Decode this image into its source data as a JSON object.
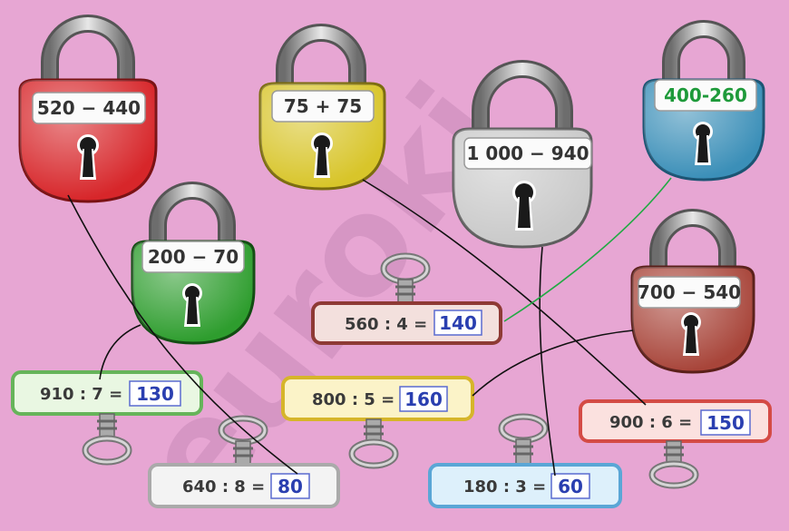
{
  "watermark": "euroki",
  "locks": [
    {
      "id": "red",
      "expr": "520 − 440",
      "color": "#d7262a",
      "dark": "#9e1a1d"
    },
    {
      "id": "yellow",
      "expr": "75 + 75",
      "color": "#d8c52a",
      "dark": "#9d8d16"
    },
    {
      "id": "silver",
      "expr": "1 000 − 940",
      "color": "#c7c7c7",
      "dark": "#8d8d8d"
    },
    {
      "id": "blue",
      "expr": "400-260",
      "color": "#3b8fb8",
      "dark": "#22698c"
    },
    {
      "id": "green",
      "expr": "200 − 70",
      "color": "#2e9d2e",
      "dark": "#1d6d1d"
    },
    {
      "id": "brown",
      "expr": "700 − 540",
      "color": "#a8453a",
      "dark": "#7a2e26"
    }
  ],
  "keys": [
    {
      "id": "k910",
      "expr": "910 : 7 =",
      "answer": "130",
      "border": "#66b45a",
      "fill": "#e9f7e2"
    },
    {
      "id": "k560",
      "expr": "560 : 4 =",
      "answer": "140",
      "border": "#8e3a35",
      "fill": "#f3e0dd"
    },
    {
      "id": "k800",
      "expr": "800 : 5 =",
      "answer": "160",
      "border": "#d6b52a",
      "fill": "#fbf3c8"
    },
    {
      "id": "k900",
      "expr": "900 : 6 =",
      "answer": "150",
      "border": "#d44b45",
      "fill": "#fbe1df"
    },
    {
      "id": "k640",
      "expr": "640 : 8 =",
      "answer": "80",
      "border": "#aaaaaa",
      "fill": "#f3f3f3"
    },
    {
      "id": "k180",
      "expr": "180 : 3 =",
      "answer": "60",
      "border": "#5aa6d6",
      "fill": "#ddf0fb"
    }
  ]
}
